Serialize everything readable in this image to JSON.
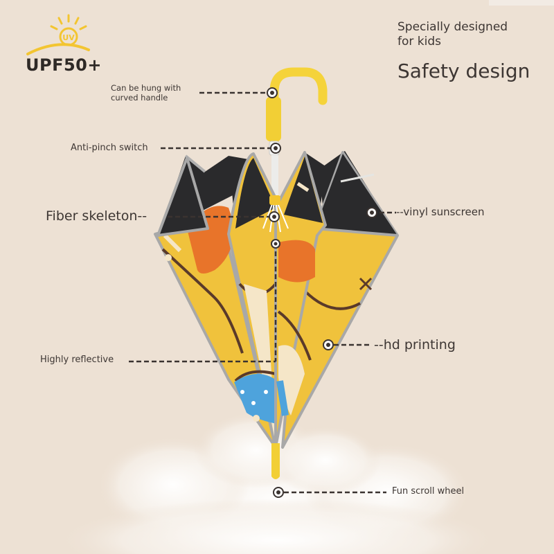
{
  "header": {
    "subtitle_line1": "Specially designed",
    "subtitle_line2": "for kids",
    "title": "Safety design"
  },
  "badge": {
    "text": "UPF50+",
    "icon": "sun-uv-icon",
    "uv_text": "UV"
  },
  "labels": {
    "handle_line1": "Can be hung with",
    "handle_line2": "curved handle",
    "switch": "Anti-pinch switch",
    "skeleton": "Fiber skeleton--",
    "sunscreen": "--vinyl sunscreen",
    "reflective": "Highly reflective",
    "printing": "--hd printing",
    "wheel": "Fun scroll wheel"
  },
  "colors": {
    "background": "#ede1d4",
    "umbrella_yellow": "#f0c23c",
    "interior_black": "#2a2a2c",
    "accent_orange": "#e8742a",
    "sky_blue": "#4ea3dc",
    "cream": "#f5e6c8",
    "trim_gray": "#9a9a9a",
    "handle_yellow": "#f5d33a"
  }
}
